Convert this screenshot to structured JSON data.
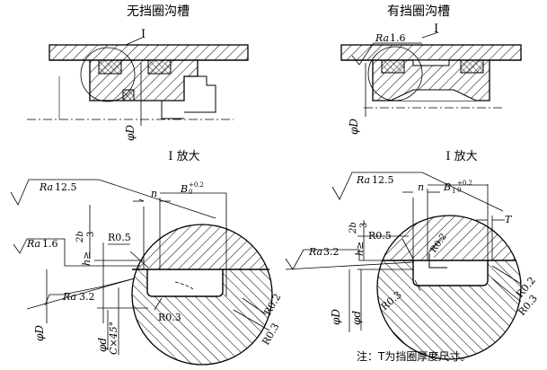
{
  "titles": {
    "left_top": "无挡圈沟槽",
    "right_top": "有挡圈沟槽",
    "left_enlarged": "Ⅰ 放大",
    "right_enlarged": "Ⅰ 放大"
  },
  "marks": {
    "detail": "Ⅰ",
    "phiD": "φD",
    "phid": "φd",
    "n": "n",
    "B": "B",
    "B1": "B",
    "B1_sub": "1",
    "B_tol_upper": "+0.2",
    "B_tol_lower": "0",
    "T": "T",
    "h": "h≥",
    "h_num": "2b",
    "h_den": "3",
    "chamfer": "C×45°"
  },
  "roughness": {
    "ra_prefix": "Ra",
    "top_right": "1.6",
    "left_125": "12.5",
    "left_16": "1.6",
    "left_32": "3.2",
    "right_125": "12.5",
    "right_32": "3.2"
  },
  "radii": {
    "r05": "R0.5",
    "r03": "R0.3",
    "r02": "R0.2",
    "r03b": "R0.3",
    "rr05": "R0.5",
    "rr02a": "R0.2",
    "rr03a": "R0.3",
    "rr02b": "R0.2",
    "rr03b": "R0.3"
  },
  "note": "注：T为挡圈厚度尺寸。"
}
